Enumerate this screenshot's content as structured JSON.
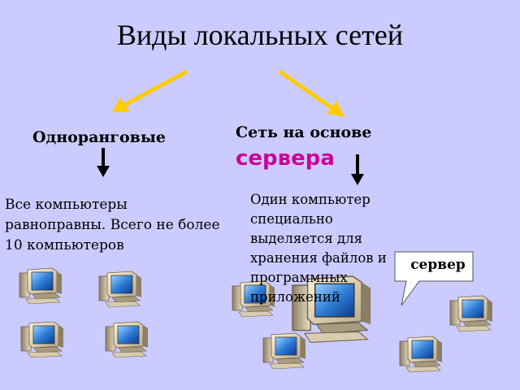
{
  "slide": {
    "title": "Виды локальных сетей",
    "peer": {
      "heading": "Одноранговые",
      "description": "Все компьютеры равноправны. Всего не более 10 компьютеров"
    },
    "server": {
      "heading_line1": "Сеть на основе",
      "heading_line2": "сервера",
      "description": "Один компьютер специально выделяется для хранения файлов и программных приложений",
      "callout": "сервер"
    }
  },
  "colors": {
    "background": "#cccbff",
    "accent_text": "#cc0099",
    "yellow_arrow": "#ffcc00",
    "monitor_screen": "#2f7fd8",
    "monitor_body": "#e8dcc0"
  },
  "icons": {
    "computer": "desktop-computer-icon",
    "arrow": "arrow-icon"
  }
}
